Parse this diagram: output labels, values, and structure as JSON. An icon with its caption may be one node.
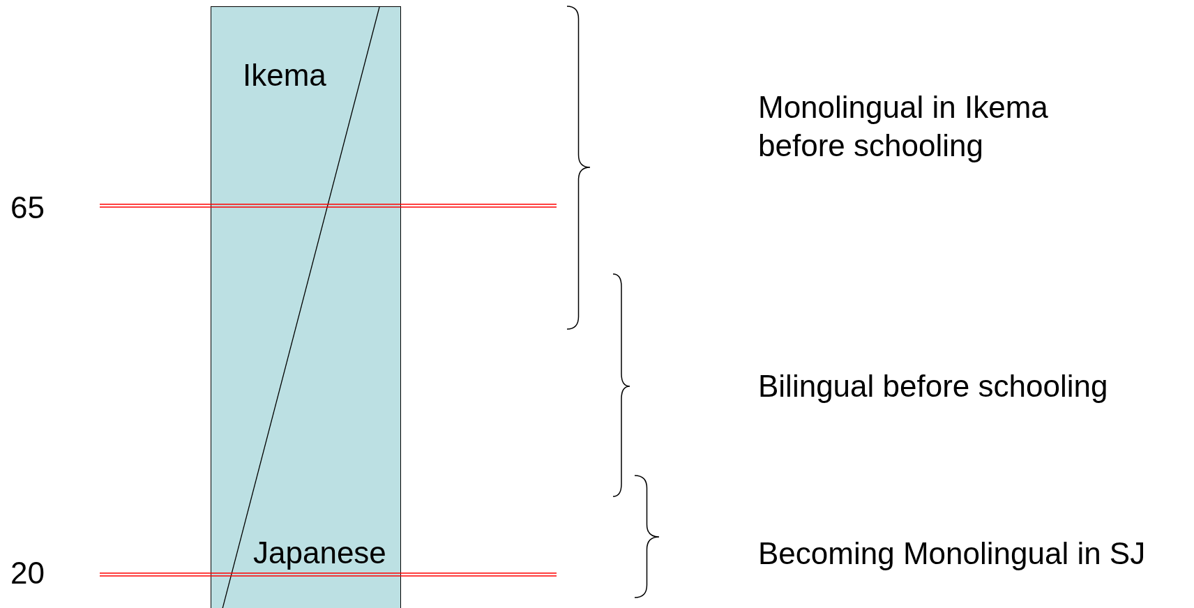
{
  "diagram": {
    "nodes": [
      {
        "text": [
          "Ikema",
          "Japanese"
        ]
      }
    ],
    "labels": [
      "65",
      "20",
      "Monolingual in Ikema before schooling",
      "Bilingual before schooling",
      "Becoming Monolingual in SJ"
    ]
  }
}
